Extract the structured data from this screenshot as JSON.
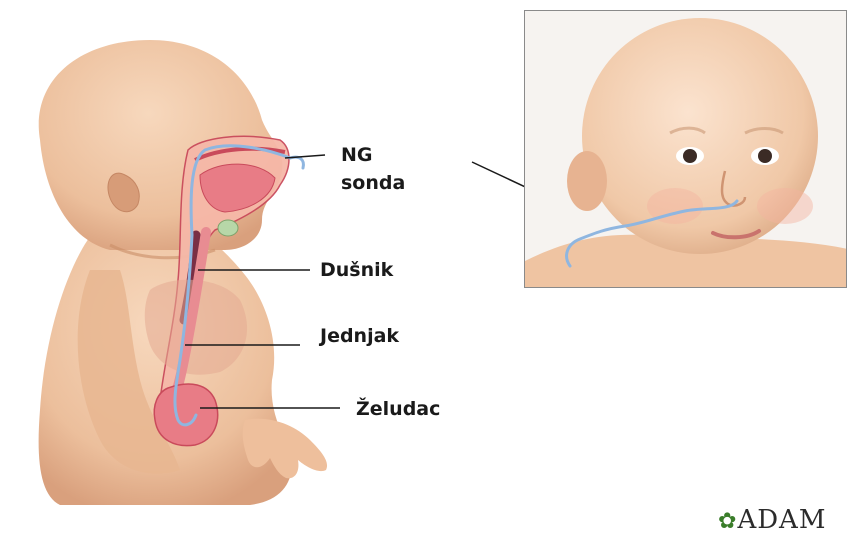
{
  "labels": {
    "ng_tube_line1": "NG",
    "ng_tube_line2": "sonda",
    "trachea": "Dušnik",
    "esophagus": "Jednjak",
    "stomach": "Želudac"
  },
  "logo": {
    "text": "ADAM",
    "icon": "flower-icon"
  },
  "colors": {
    "skin": "#f2c9a6",
    "skin_shadow": "#d9a07d",
    "tube": "#8fb6e0",
    "organ": "#e87c86",
    "organ_outline": "#c94a5b",
    "line": "#1a1a1a"
  }
}
